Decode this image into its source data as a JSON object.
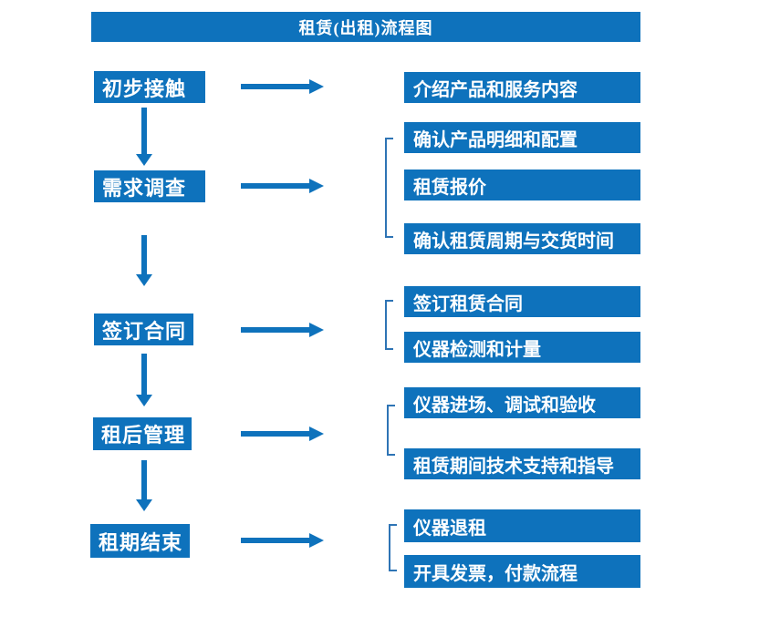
{
  "title": "租赁(出租)流程图",
  "colors": {
    "primary": "#0E72BC",
    "bracket": "#2E74B5",
    "text_on_primary": "#FFFFFF",
    "background": "#FFFFFF"
  },
  "steps": [
    {
      "label": "初步接触",
      "details": [
        "介绍产品和服务内容"
      ]
    },
    {
      "label": "需求调查",
      "details": [
        "确认产品明细和配置",
        "租赁报价",
        "确认租赁周期与交货时间"
      ]
    },
    {
      "label": "签订合同",
      "details": [
        "签订租赁合同",
        "仪器检测和计量"
      ]
    },
    {
      "label": "租后管理",
      "details": [
        "仪器进场、调试和验收",
        "租赁期间技术支持和指导"
      ]
    },
    {
      "label": "租期结束",
      "details": [
        "仪器退租",
        "开具发票，付款流程"
      ]
    }
  ]
}
